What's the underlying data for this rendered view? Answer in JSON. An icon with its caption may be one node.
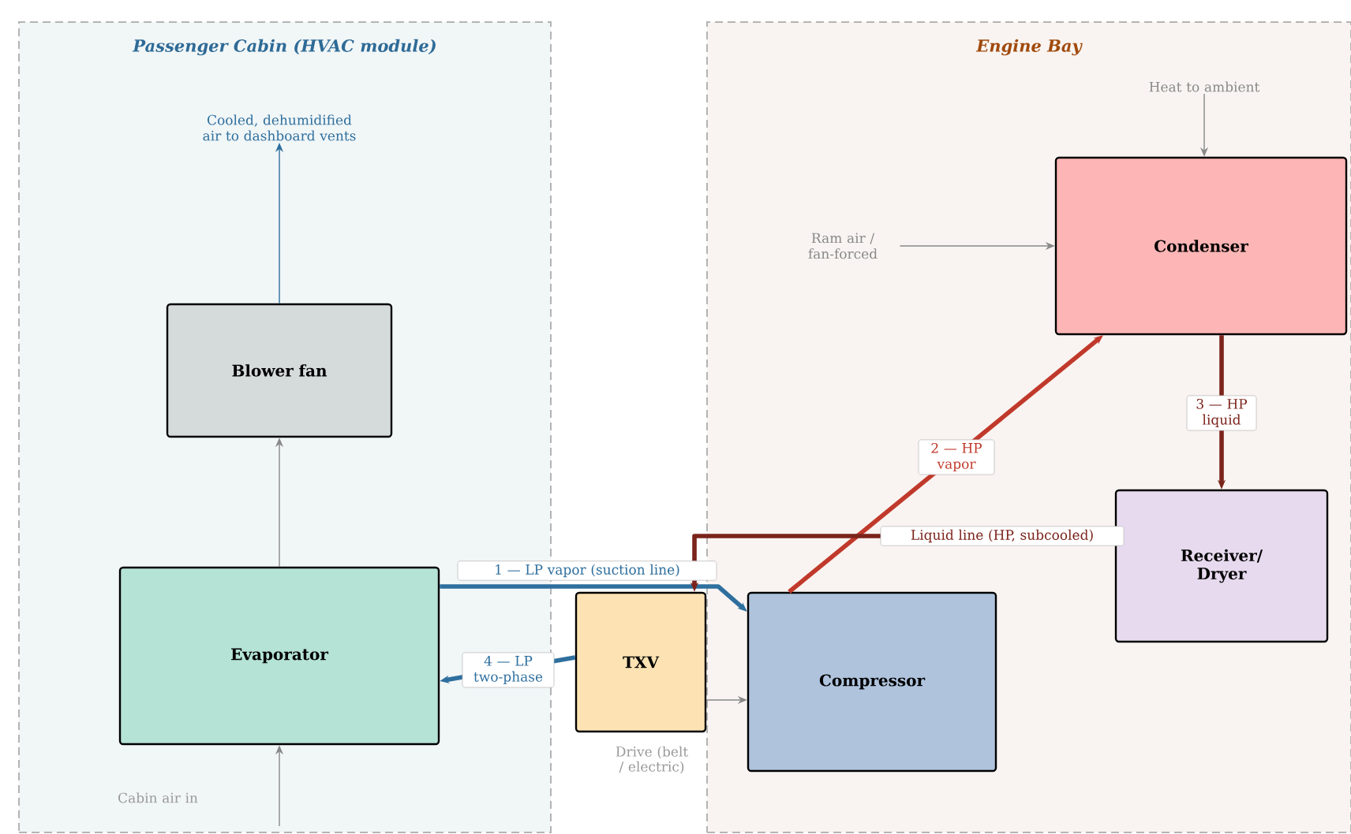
{
  "diagram": {
    "nodes": [
      {
        "text": [
          "Passenger Cabin (HVAC module)"
        ]
      },
      {
        "text": [
          "Engine Bay"
        ]
      },
      {
        "text": [
          "Blower fan"
        ],
        "in": 0
      },
      {
        "text": [
          "Evaporator"
        ],
        "in": 0
      },
      {
        "text": [
          "TXV"
        ]
      },
      {
        "text": [
          "Compressor"
        ],
        "in": 1
      },
      {
        "text": [
          "Condenser"
        ],
        "in": 1
      },
      {
        "text": [
          "Receiver/ Dryer"
        ],
        "in": 1
      },
      {
        "text": [
          "Cooled, dehumidified air to dashboard vents"
        ],
        "in": 0
      },
      {
        "text": [
          "Heat to ambient"
        ],
        "in": 1
      },
      {
        "text": [
          "Ram air / fan-forced"
        ],
        "in": 1
      }
    ],
    "edges": [
      {
        "from": 2,
        "to": 8,
        "arrow": "to",
        "color": "#2e6f9e"
      },
      {
        "from": 3,
        "to": 2,
        "arrow": "to"
      },
      {
        "from": null,
        "to": 3,
        "arrow": "to"
      },
      {
        "from": 9,
        "to": 6,
        "arrow": "to"
      },
      {
        "from": 10,
        "to": 6,
        "arrow": "to"
      },
      {
        "from": 3,
        "to": 5,
        "arrow": "to",
        "label": "1 — LP vapor (suction line)",
        "style": "thick",
        "color": "#2e6f9e"
      },
      {
        "from": 5,
        "to": 6,
        "arrow": "to",
        "label": "2 — HP vapor",
        "style": "thick",
        "color": "#c0392b"
      },
      {
        "from": 6,
        "to": 7,
        "arrow": "to",
        "label": "3 — HP liquid",
        "style": "thick",
        "color": "#7b241c"
      },
      {
        "from": 7,
        "to": 4,
        "arrow": "to",
        "label": "Liquid line (HP, subcooled)",
        "style": "thick",
        "color": "#7b241c"
      },
      {
        "from": 4,
        "to": 3,
        "arrow": "to",
        "label": "4 — LP two-phase",
        "style": "thick",
        "color": "#2e6f9e"
      },
      {
        "from": 4,
        "to": 5,
        "arrow": "to"
      }
    ],
    "labels": [
      "Cabin air in",
      "Drive (belt / electric)"
    ]
  }
}
